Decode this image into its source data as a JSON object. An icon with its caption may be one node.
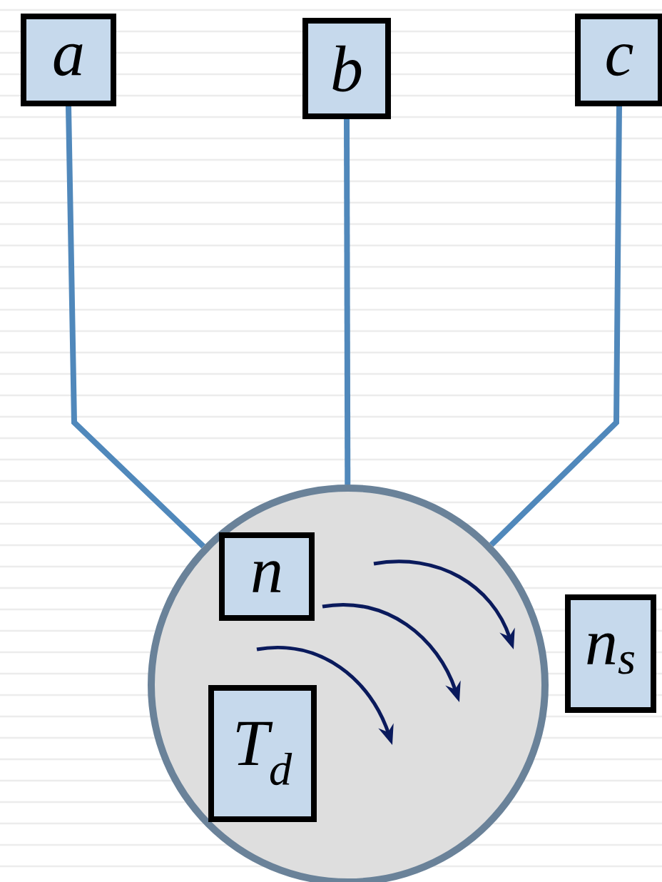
{
  "diagram": {
    "nodes": [
      {
        "text": [
          "a"
        ]
      },
      {
        "text": [
          "b"
        ]
      },
      {
        "text": [
          "c"
        ]
      },
      {
        "text": [],
        "shape": "circle"
      },
      {
        "text": [
          "n"
        ],
        "in": 3
      },
      {
        "text": [
          "T$_{d}$"
        ],
        "in": 3
      },
      {
        "text": [
          "n$_{s}$"
        ]
      }
    ],
    "edges": [
      {
        "from": 0,
        "to": 3,
        "arrow": "none"
      },
      {
        "from": 1,
        "to": 3,
        "arrow": "none"
      },
      {
        "from": 2,
        "to": 3,
        "arrow": "none"
      }
    ]
  }
}
